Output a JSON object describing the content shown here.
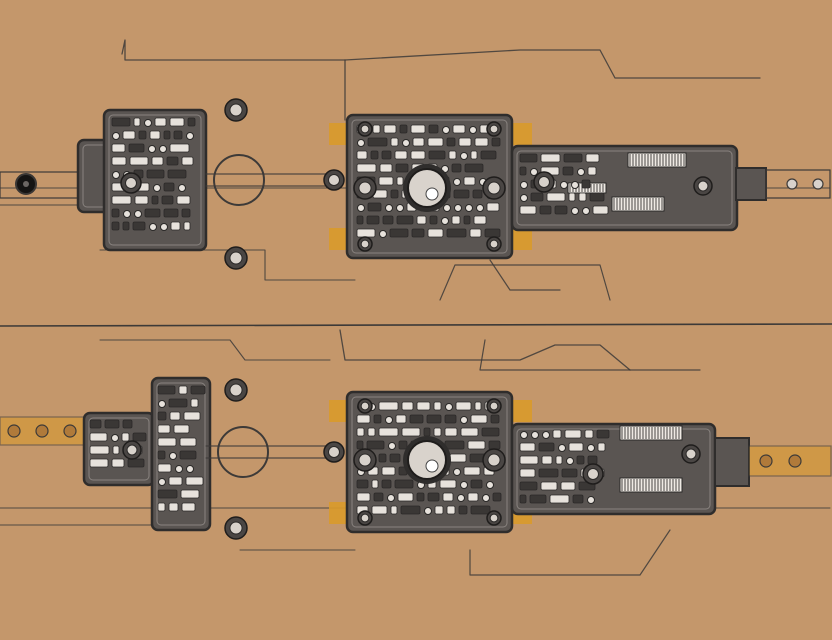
{
  "canvas": {
    "background": "#c4976b",
    "line_color": "#3d3a38",
    "board_color": "#5a5552",
    "board_border": "#2f2d2c",
    "accent_color": "#d99a2b",
    "component_color": "#e7e2dc"
  },
  "assemblies": [
    {
      "name": "upper-assembly"
    },
    {
      "name": "lower-assembly"
    }
  ],
  "divider": {
    "name": "section-divider"
  }
}
